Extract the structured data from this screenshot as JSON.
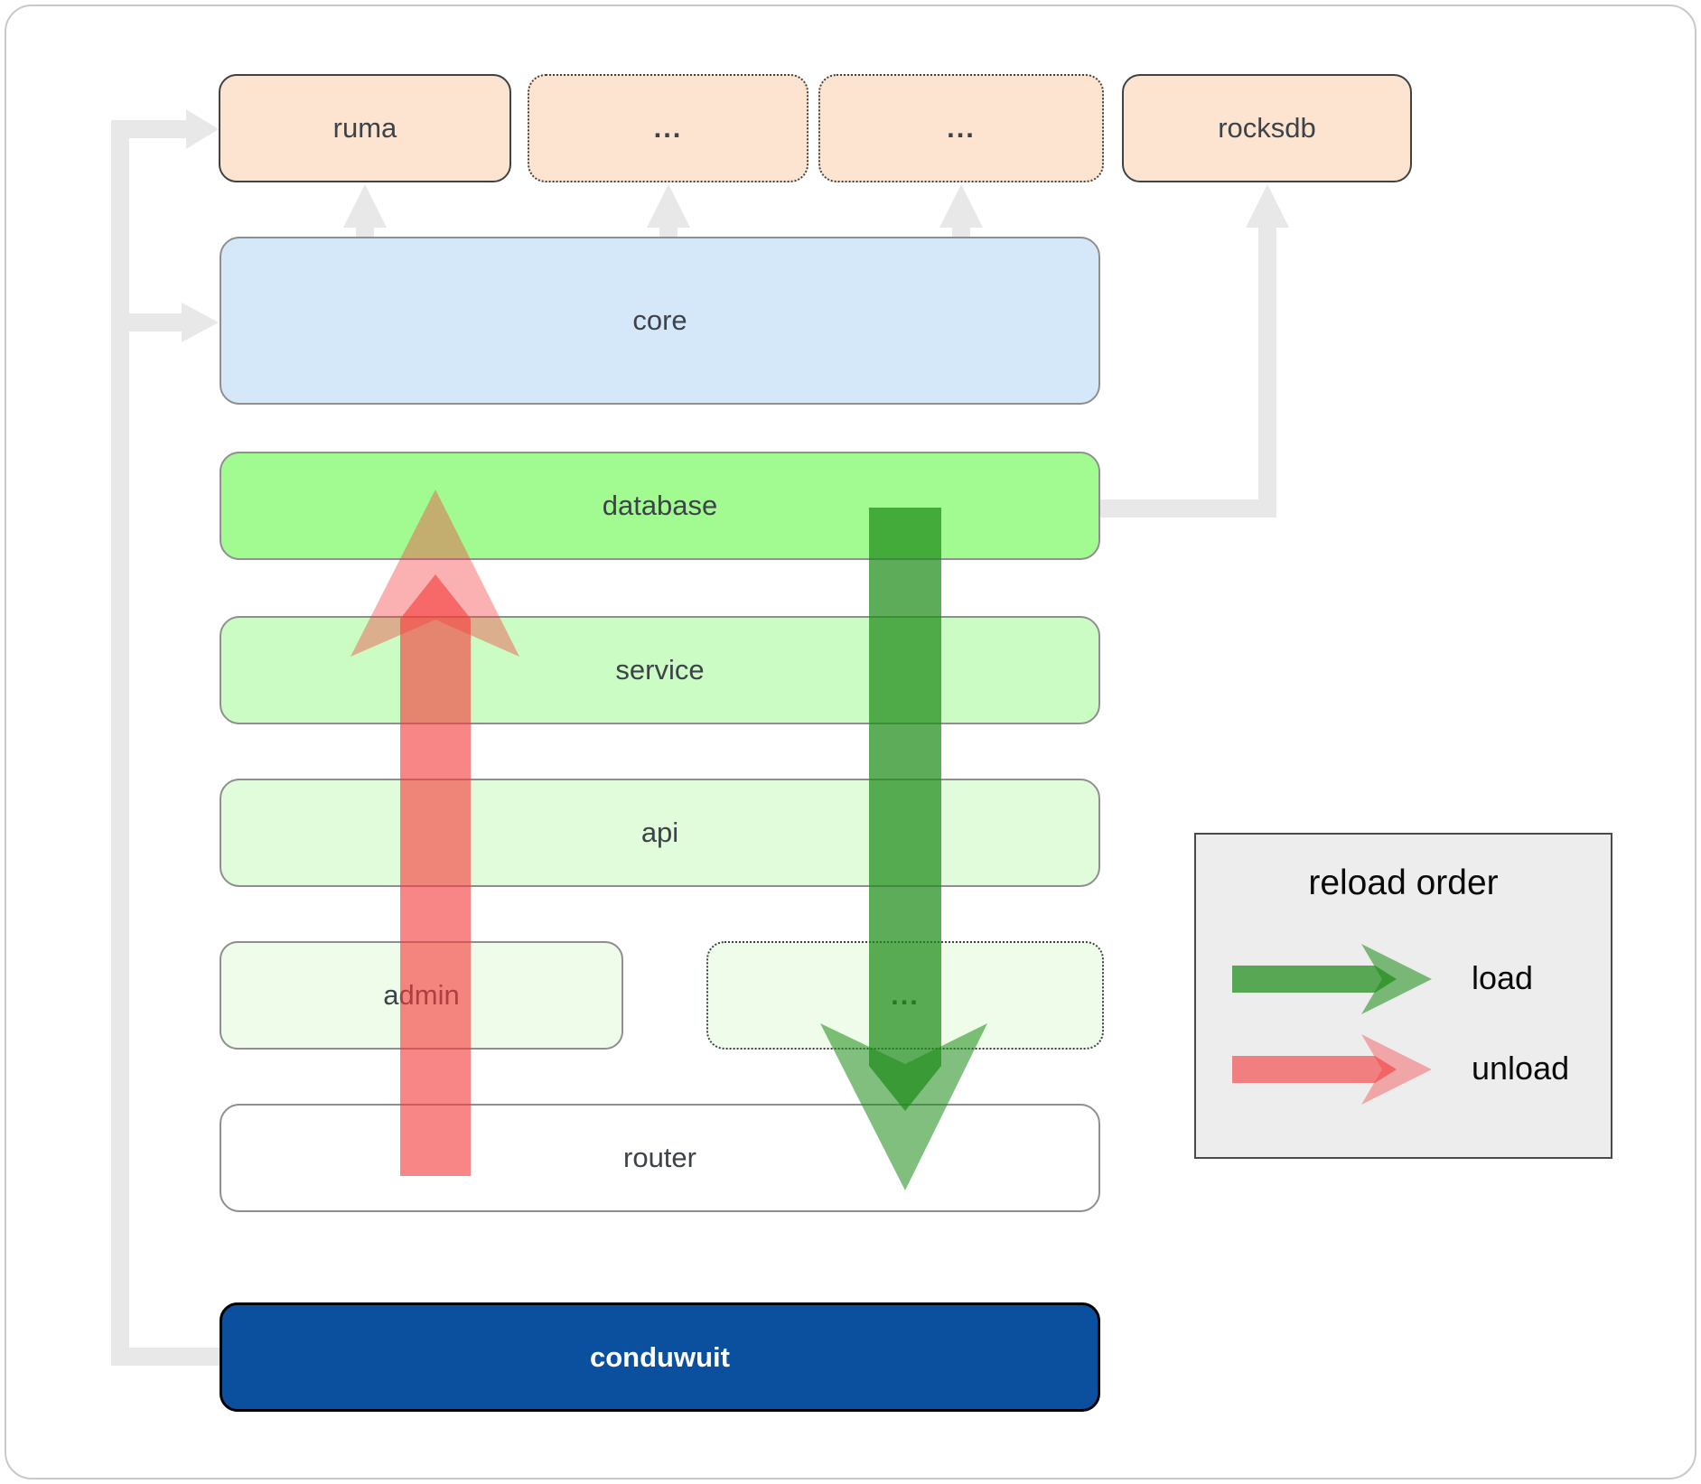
{
  "diagram": {
    "nodes": {
      "ruma": {
        "label": "ruma"
      },
      "ellipsis1": {
        "label": "..."
      },
      "ellipsis2": {
        "label": "..."
      },
      "rocksdb": {
        "label": "rocksdb"
      },
      "core": {
        "label": "core"
      },
      "database": {
        "label": "database"
      },
      "service": {
        "label": "service"
      },
      "api": {
        "label": "api"
      },
      "admin": {
        "label": "admin"
      },
      "ellipsis3": {
        "label": "..."
      },
      "router": {
        "label": "router"
      },
      "conduwuit": {
        "label": "conduwuit"
      }
    },
    "edges": [
      {
        "from": "conduwuit",
        "to": "ruma",
        "style": "gray"
      },
      {
        "from": "conduwuit",
        "to": "core",
        "style": "gray"
      },
      {
        "from": "core",
        "to": "ruma",
        "style": "gray"
      },
      {
        "from": "core",
        "to": "ellipsis1",
        "style": "gray"
      },
      {
        "from": "core",
        "to": "ellipsis2",
        "style": "gray"
      },
      {
        "from": "database",
        "to": "rocksdb",
        "style": "gray"
      },
      {
        "from": "database",
        "to": "router",
        "style": "load",
        "direction": "down"
      },
      {
        "from": "router",
        "to": "database",
        "style": "unload",
        "direction": "up"
      }
    ]
  },
  "legend": {
    "title": "reload order",
    "items": [
      {
        "label": "load",
        "color_key": "load_color"
      },
      {
        "label": "unload",
        "color_key": "unload_color"
      }
    ]
  },
  "colors": {
    "canvas_border": "#c9c9c9",
    "connector": "#e8e8e8",
    "node_label": "#3d4349",
    "peach_fill": "#fce4d1",
    "dark_border": "#3f4245",
    "gray_border": "#8f8f8f",
    "blue_fill": "#d5e8fa",
    "green_bright": "#a2fb91",
    "green_light": "#cafcc3",
    "green_lighter": "#e1fcda",
    "green_faint": "#eefce9",
    "white_fill": "#ffffff",
    "navy_fill": "#0b509e",
    "navy_border": "#000000",
    "legend_bg": "#ededed",
    "legend_border": "#4a4a4a",
    "legend_text": "#0a0a0a",
    "load_color": "#1e8c19",
    "unload_color": "#f53c3c"
  }
}
